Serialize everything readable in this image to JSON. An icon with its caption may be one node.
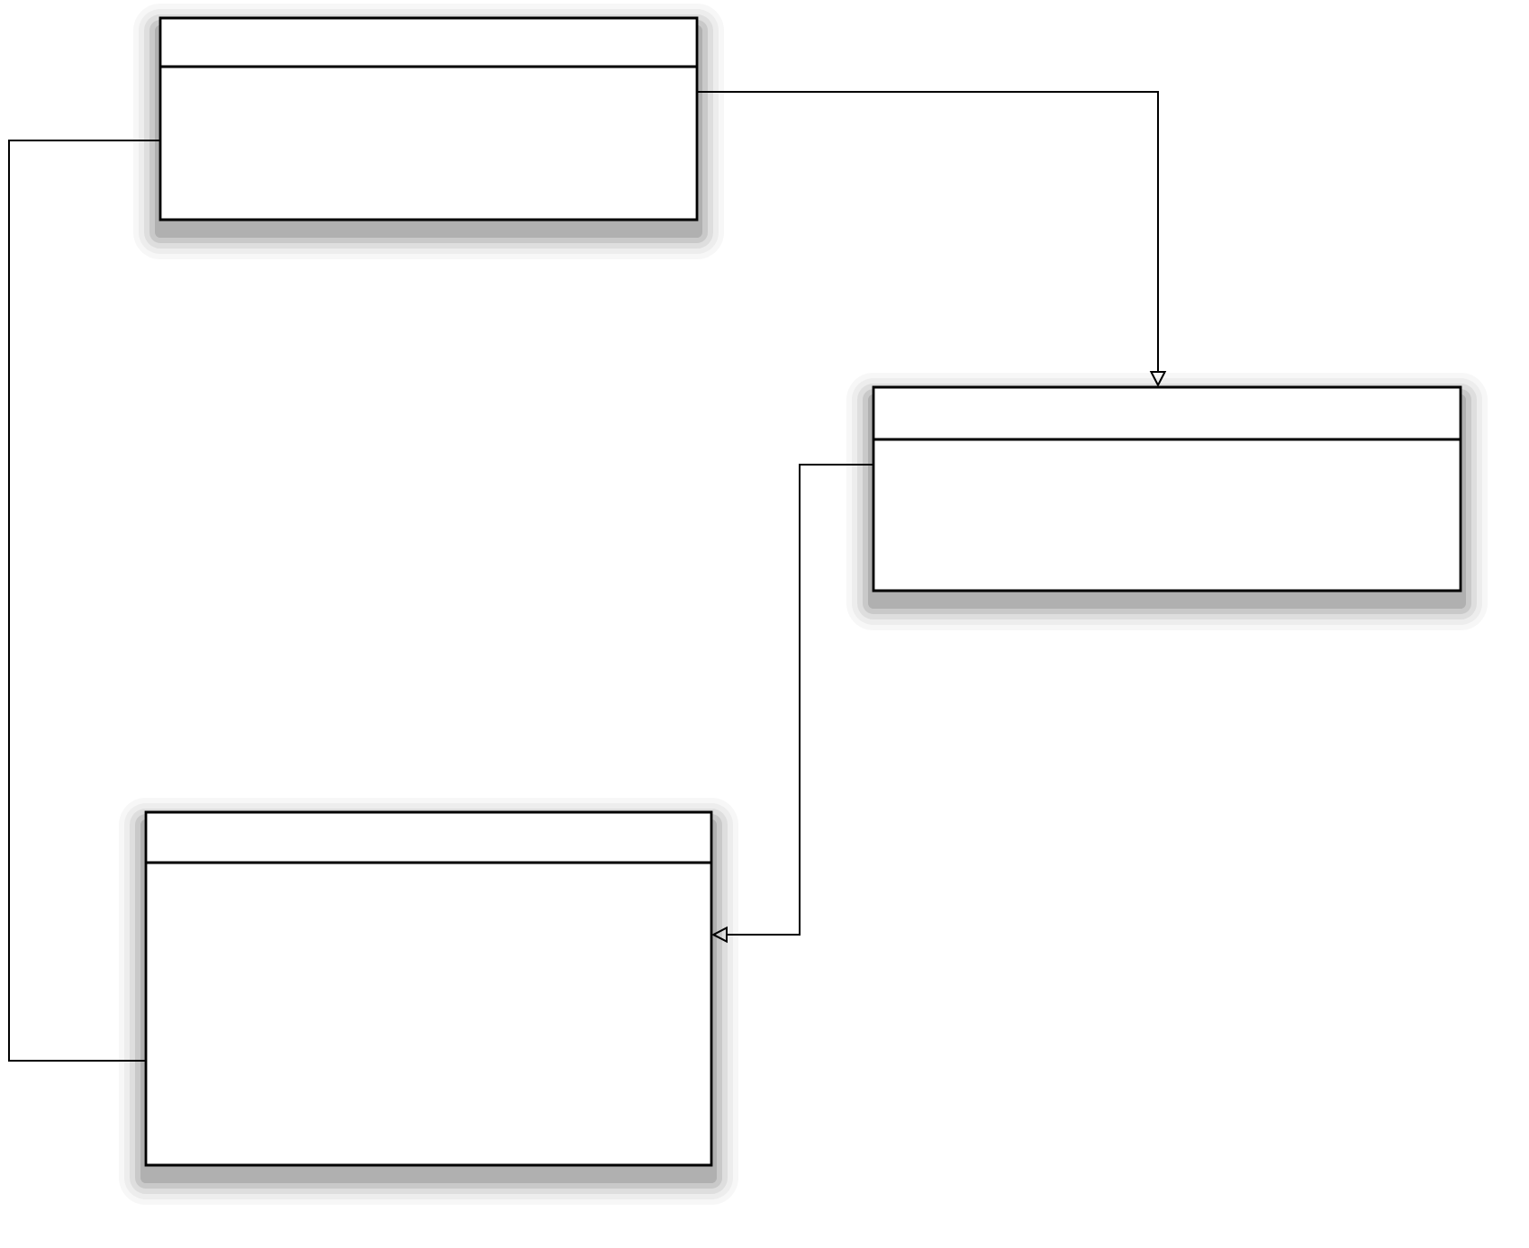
{
  "diagram": {
    "nodes": [
      {
        "text": [],
        "shape": "box"
      },
      {
        "text": [],
        "shape": "box"
      },
      {
        "text": [],
        "shape": "box"
      }
    ],
    "edges": [
      {
        "from": 0,
        "to": 1,
        "arrow": "to"
      },
      {
        "from": 1,
        "to": 2,
        "arrow": "to"
      },
      {
        "from": 0,
        "to": 2,
        "arrow": "none"
      }
    ]
  }
}
